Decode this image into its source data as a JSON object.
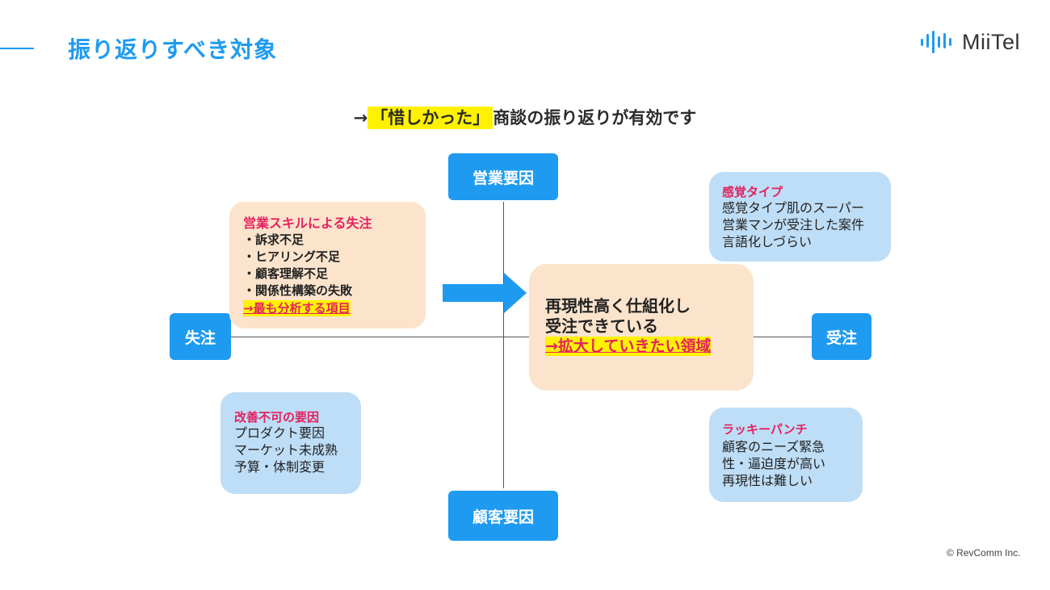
{
  "header": {
    "title": "振り返りすべき対象",
    "logo_text": "MiiTel"
  },
  "subtitle": {
    "arrow": "→",
    "highlight": "「惜しかった」",
    "rest": "商談の振り返りが有効です"
  },
  "axes": {
    "top": "営業要因",
    "bottom": "顧客要因",
    "left": "失注",
    "right": "受注"
  },
  "quadrants": {
    "top_left": {
      "heading": "営業スキルによる失注",
      "items": [
        "・訴求不足",
        "・ヒアリング不足",
        "・顧客理解不足",
        "・関係性構築の失敗"
      ],
      "emphasis": "→最も分析する項目"
    },
    "top_right": {
      "heading": "感覚タイプ",
      "lines": [
        "感覚タイプ肌のスーパー",
        "営業マンが受注した案件",
        "言語化しづらい"
      ]
    },
    "bottom_left": {
      "heading": "改善不可の要因",
      "lines": [
        "プロダクト要因",
        "マーケット未成熟",
        "予算・体制変更"
      ]
    },
    "bottom_right": {
      "heading": "ラッキーパンチ",
      "lines": [
        "顧客のニーズ緊急",
        "性・逼迫度が高い",
        "再現性は難しい"
      ]
    },
    "center": {
      "lines": [
        "再現性高く仕組化し",
        "受注できている"
      ],
      "emphasis": "→拡大していきたい領域"
    }
  },
  "footer": {
    "copyright": "© RevComm Inc."
  },
  "colors": {
    "accent": "#1E9BF0",
    "highlight": "#FFF200",
    "emphasis_text": "#E3225F",
    "peach": "#FCE4CC",
    "light_blue": "#BEDDF6"
  }
}
